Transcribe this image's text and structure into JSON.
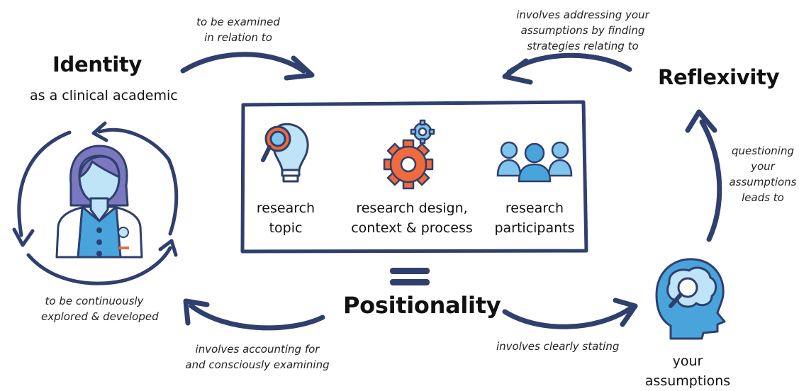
{
  "identity": {
    "title": "Identity",
    "subtitle": "as a clinical academic",
    "loop_note_line1": "to be continuously",
    "loop_note_line2": "explored & developed"
  },
  "reflexivity": {
    "title": "Reflexivity"
  },
  "positionality": {
    "title": "Positionality"
  },
  "notes": {
    "examined_line1": "to be examined",
    "examined_line2": "in relation to",
    "addressing_line1": "involves addressing your",
    "addressing_line2": "assumptions by finding",
    "addressing_line3": "strategies relating to",
    "questioning_line1": "questioning",
    "questioning_line2": "your",
    "questioning_line3": "assumptions",
    "questioning_line4": "leads to",
    "accounting_line1": "involves accounting for",
    "accounting_line2": "and consciously examining",
    "stating": "involves clearly stating"
  },
  "box": {
    "items": [
      {
        "line1": "research",
        "line2": "topic",
        "icon": "magnifier-lightbulb-icon"
      },
      {
        "line1": "research design,",
        "line2": "context & process",
        "icon": "gears-icon"
      },
      {
        "line1": "research",
        "line2": "participants",
        "icon": "people-group-icon"
      }
    ]
  },
  "assumptions": {
    "line1": "your",
    "line2": "assumptions",
    "icon": "head-brain-magnifier-icon"
  },
  "colors": {
    "navy": "#2f3f6e",
    "light_blue": "#7fc4ec",
    "mid_blue": "#4aa4dc",
    "orange": "#ef6a3c",
    "purple": "#7b78c0"
  }
}
